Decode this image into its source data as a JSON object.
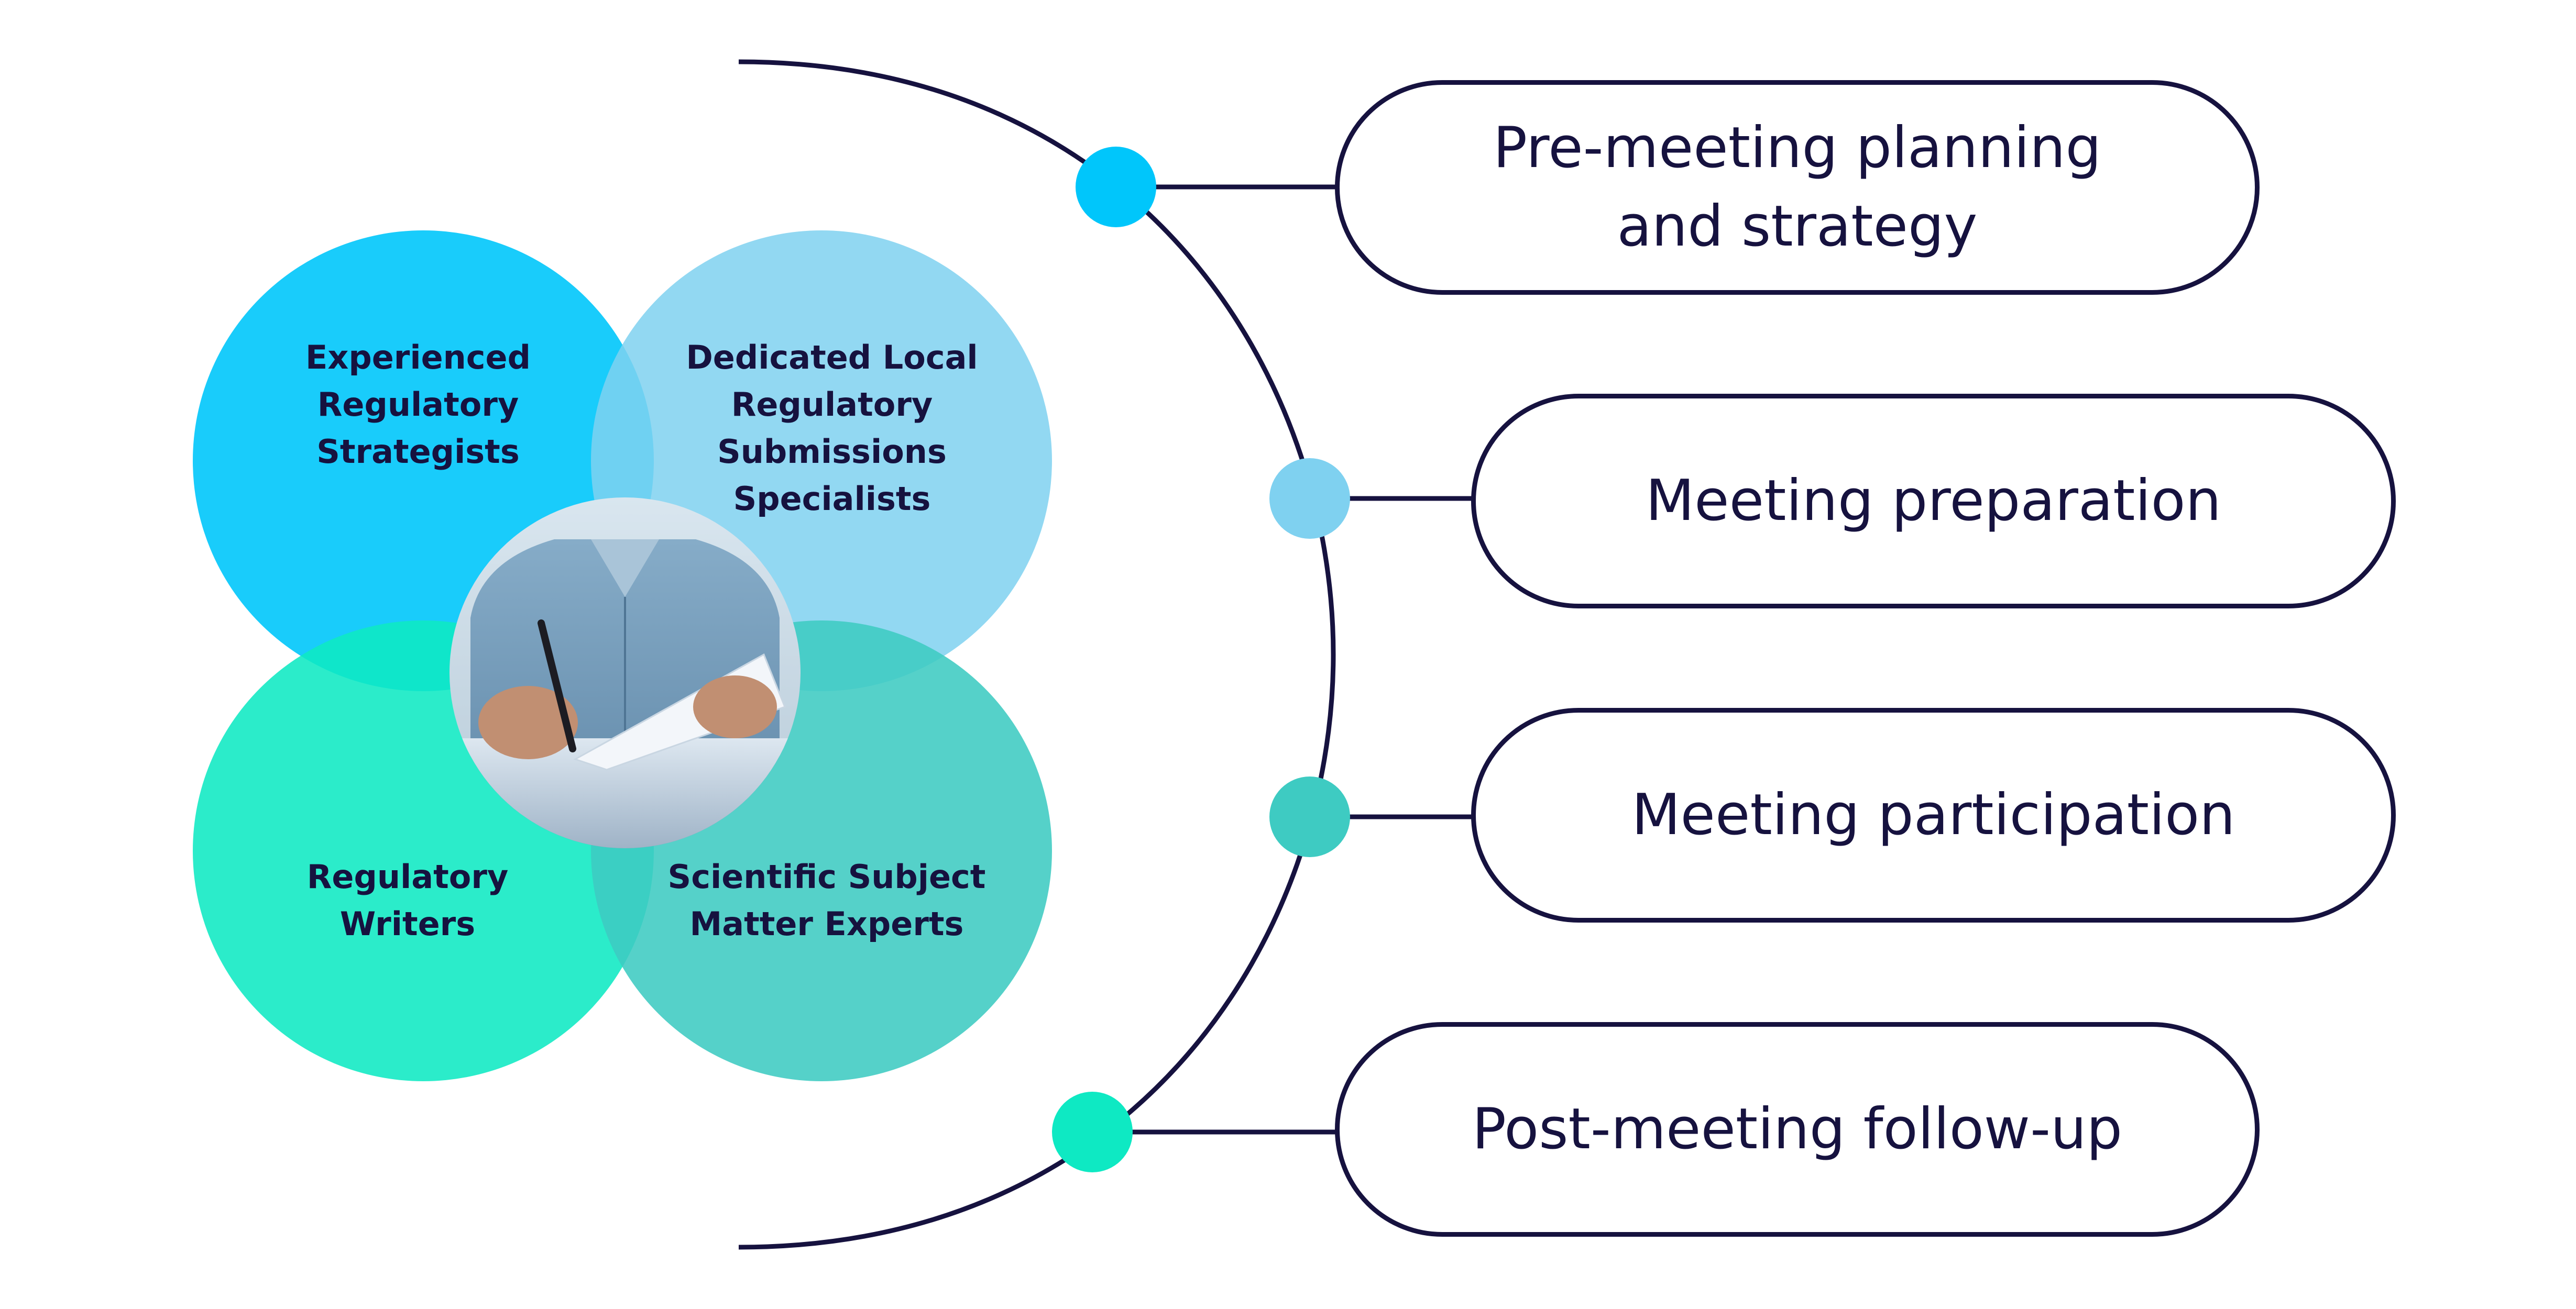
{
  "colors": {
    "ink": "#16123f",
    "cyan": "#00c6fb",
    "light_blue": "#7fd1f0",
    "teal": "#3ecbc2",
    "mint": "#0ee9c3"
  },
  "team_circles": [
    {
      "label": "Experienced\nRegulatory\nStrategists",
      "color": "#00c6fb"
    },
    {
      "label": "Dedicated Local\nRegulatory\nSubmissions\nSpecialists",
      "color": "#7fd1f0"
    },
    {
      "label": "Regulatory\nWriters",
      "color": "#0ee9c3"
    },
    {
      "label": "Scientific Subject\nMatter Experts",
      "color": "#3ecbc2"
    }
  ],
  "center_image": {
    "icon": "person-signing-document-photo"
  },
  "steps": [
    {
      "label": "Pre-meeting planning\nand strategy",
      "dot_color": "#00c6fb"
    },
    {
      "label": "Meeting preparation",
      "dot_color": "#7fd1f0"
    },
    {
      "label": "Meeting participation",
      "dot_color": "#3ecbc2"
    },
    {
      "label": "Post-meeting follow-up",
      "dot_color": "#0ee9c3"
    }
  ]
}
